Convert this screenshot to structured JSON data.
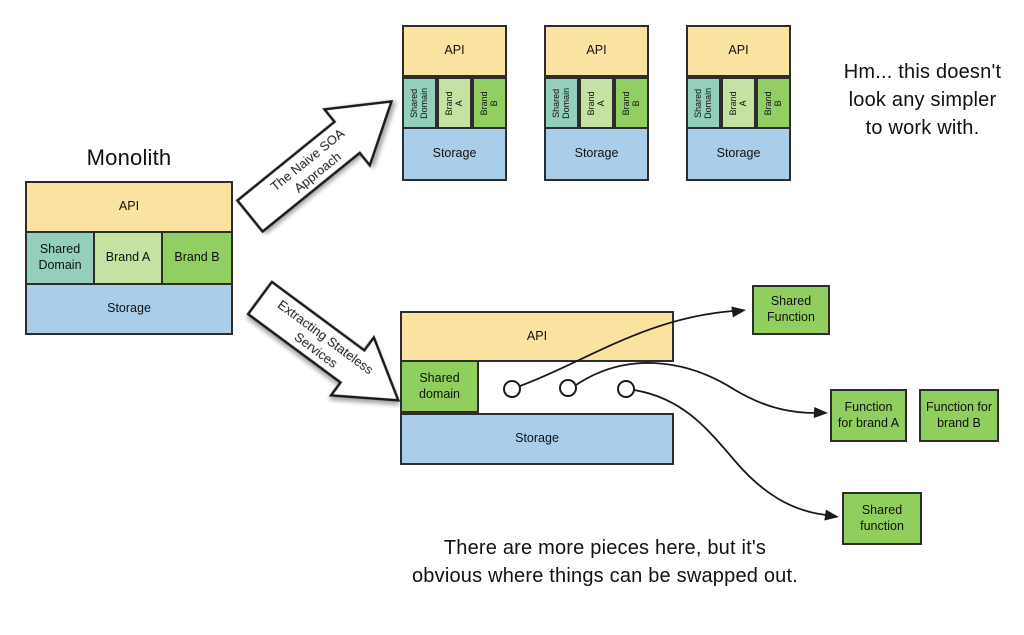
{
  "colors": {
    "api_yellow": "#fae3a1",
    "shared_domain_teal": "#94cfbe",
    "brand_a_light_green": "#c5e2a3",
    "brand_b_green": "#92cf63",
    "function_green": "#90cf5e",
    "storage_blue": "#aacdea",
    "border": "#2d2d2d",
    "line": "#1a1a1a"
  },
  "monolith": {
    "title": "Monolith",
    "api": "API",
    "shared_domain": "Shared Domain",
    "brand_a": "Brand A",
    "brand_b": "Brand B",
    "storage": "Storage"
  },
  "naive_arrow": {
    "label": "The Naive SOA Approach",
    "line1": "The Naive SOA",
    "line2": "Approach"
  },
  "extract_arrow": {
    "label": "Extracting Stateless Services",
    "line1": "Extracting Stateless",
    "line2": "Services"
  },
  "stacks": [
    {
      "api": "API",
      "shared_domain": "Shared Domain",
      "brand_a": "Brand A",
      "brand_b": "Brand B",
      "storage": "Storage"
    },
    {
      "api": "API",
      "shared_domain": "Shared Domain",
      "brand_a": "Brand A",
      "brand_b": "Brand B",
      "storage": "Storage"
    },
    {
      "api": "API",
      "shared_domain": "Shared Domain",
      "brand_a": "Brand A",
      "brand_b": "Brand B",
      "storage": "Storage"
    }
  ],
  "hm_caption": {
    "line1": "Hm... this doesn't",
    "line2": "look any simpler",
    "line3": "to work with."
  },
  "extracted": {
    "api": "API",
    "shared_domain": "Shared domain",
    "storage": "Storage"
  },
  "functions": {
    "shared_function_top": "Shared Function",
    "brand_a": "Function for brand A",
    "brand_b": "Function for brand B",
    "shared_function_bottom": "Shared function"
  },
  "bottom_caption": {
    "line1": "There are more pieces here, but it's",
    "line2": "obvious where things can be swapped out."
  }
}
